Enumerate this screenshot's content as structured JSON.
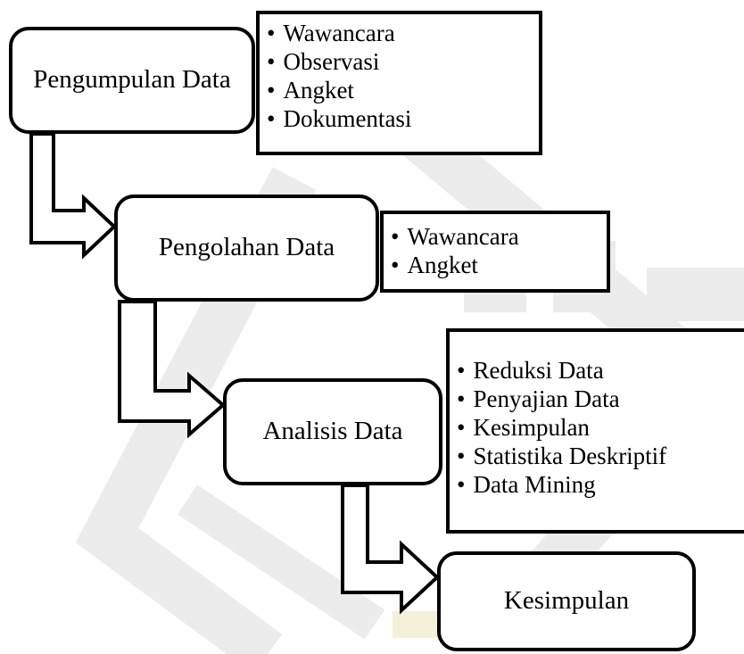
{
  "steps": [
    {
      "label": "Pengumpulan Data"
    },
    {
      "label": "Pengolahan Data"
    },
    {
      "label": "Analisis Data"
    },
    {
      "label": "Kesimpulan"
    }
  ],
  "lists": [
    {
      "items": [
        "Wawancara",
        "Observasi",
        "Angket",
        "Dokumentasi"
      ]
    },
    {
      "items": [
        "Wawancara",
        "Angket"
      ]
    },
    {
      "items": [
        "Reduksi Data",
        "Penyajian Data",
        "Kesimpulan",
        "Statistika Deskriptif",
        "Data Mining"
      ]
    }
  ],
  "colors": {
    "box_border": "#000000",
    "background": "#ffffff",
    "watermark": "#ececec",
    "watermark_accent": "#f5f0d8"
  }
}
